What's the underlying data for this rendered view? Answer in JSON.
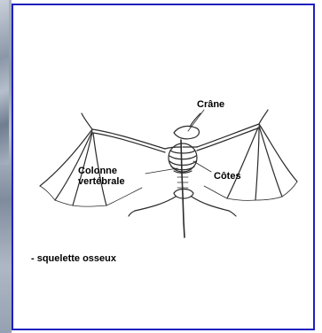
{
  "figure": {
    "labels": {
      "skull": "Crâne",
      "spine_line1": "Colonne",
      "spine_line2": "vertébrale",
      "ribs": "Côtes"
    }
  },
  "caption": "- squelette osseux"
}
